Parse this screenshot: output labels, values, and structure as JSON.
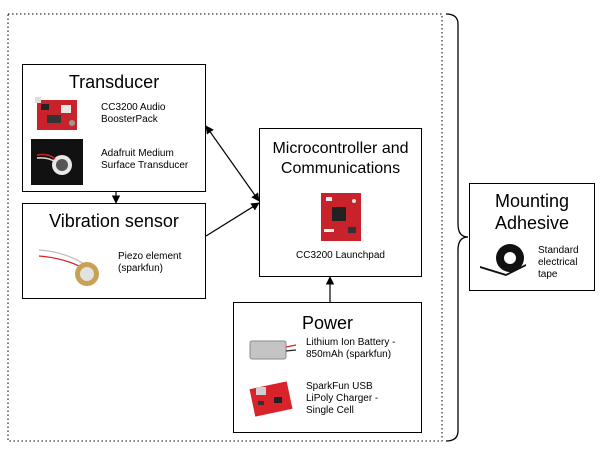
{
  "transducer": {
    "title": "Transducer",
    "items": [
      {
        "label": "CC3200 Audio BoosterPack",
        "icon": "red-circuit-board-icon"
      },
      {
        "label": "Adafruit  Medium Surface Transducer",
        "icon": "speaker-transducer-icon"
      }
    ]
  },
  "vibration": {
    "title": "Vibration sensor",
    "items": [
      {
        "label": "Piezo element (sparkfun)",
        "icon": "piezo-disc-icon"
      }
    ]
  },
  "micro": {
    "title": "Microcontroller and Communications",
    "items": [
      {
        "label": "CC3200 Launchpad",
        "icon": "red-launchpad-board-icon"
      }
    ]
  },
  "power": {
    "title": "Power",
    "items": [
      {
        "label": "Lithium Ion Battery - 850mAh (sparkfun)",
        "icon": "lipo-battery-icon"
      },
      {
        "label": "SparkFun USB LiPoly Charger - Single Cell",
        "icon": "charger-board-icon"
      }
    ]
  },
  "adhesive": {
    "title": "Mounting Adhesive",
    "items": [
      {
        "label": "Standard electrical tape",
        "icon": "electrical-tape-icon"
      }
    ]
  },
  "colors": {
    "board_red": "#c8232b",
    "line": "#000000"
  }
}
